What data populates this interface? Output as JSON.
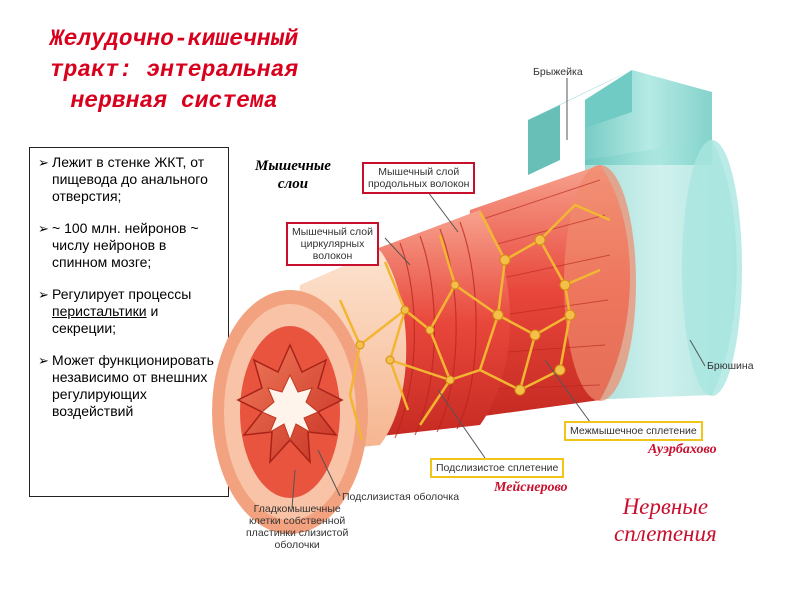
{
  "title": {
    "line1": "Желудочно-кишечный",
    "line2": "тракт: энтеральная",
    "line3": "нервная система"
  },
  "bullets": [
    {
      "text": "Лежит в стенке ЖКТ, от пищевода до анального отверстия;"
    },
    {
      "text": "~ 100 млн. нейронов ~ числу нейронов в спинном мозге;"
    },
    {
      "pre": "Регулирует процессы ",
      "underlined": "перистальтики",
      "post": " и секреции;"
    },
    {
      "text": "Может функционировать независимо от внешних регулирующих воздействий"
    }
  ],
  "bullet_marker": "➢",
  "labels": {
    "mesentery": "Брыжейка",
    "longitudinal_l1": "Мышечный слой",
    "longitudinal_l2": "продольных волокон",
    "circular_l1": "Мышечный слой",
    "circular_l2": "циркулярных",
    "circular_l3": "волокон",
    "peritoneum": "Брюшина",
    "myenteric_plexus": "Межмышечное сплетение",
    "submucosal_plexus": "Подслизистое сплетение",
    "submucosa": "Подслизистая оболочка",
    "smooth_l1": "Гладкомышечные",
    "smooth_l2": "клетки собственной",
    "smooth_l3": "пластинки слизистой",
    "smooth_l4": "оболочки"
  },
  "annotations": {
    "muscle_layers_l1": "Мышечные",
    "muscle_layers_l2": "слои",
    "auerbach": "Ауэрбахово",
    "meissner": "Мейснерово",
    "nerve_plexus_l1": "Нервные",
    "nerve_plexus_l2": "сплетения"
  },
  "colors": {
    "title_red": "#d8001c",
    "box_red": "#c8102e",
    "box_yellow": "#f0c419",
    "serosa_teal": "#7fd3cc",
    "muscle_red": "#e8463a",
    "nerve_yellow": "#f2b632"
  }
}
